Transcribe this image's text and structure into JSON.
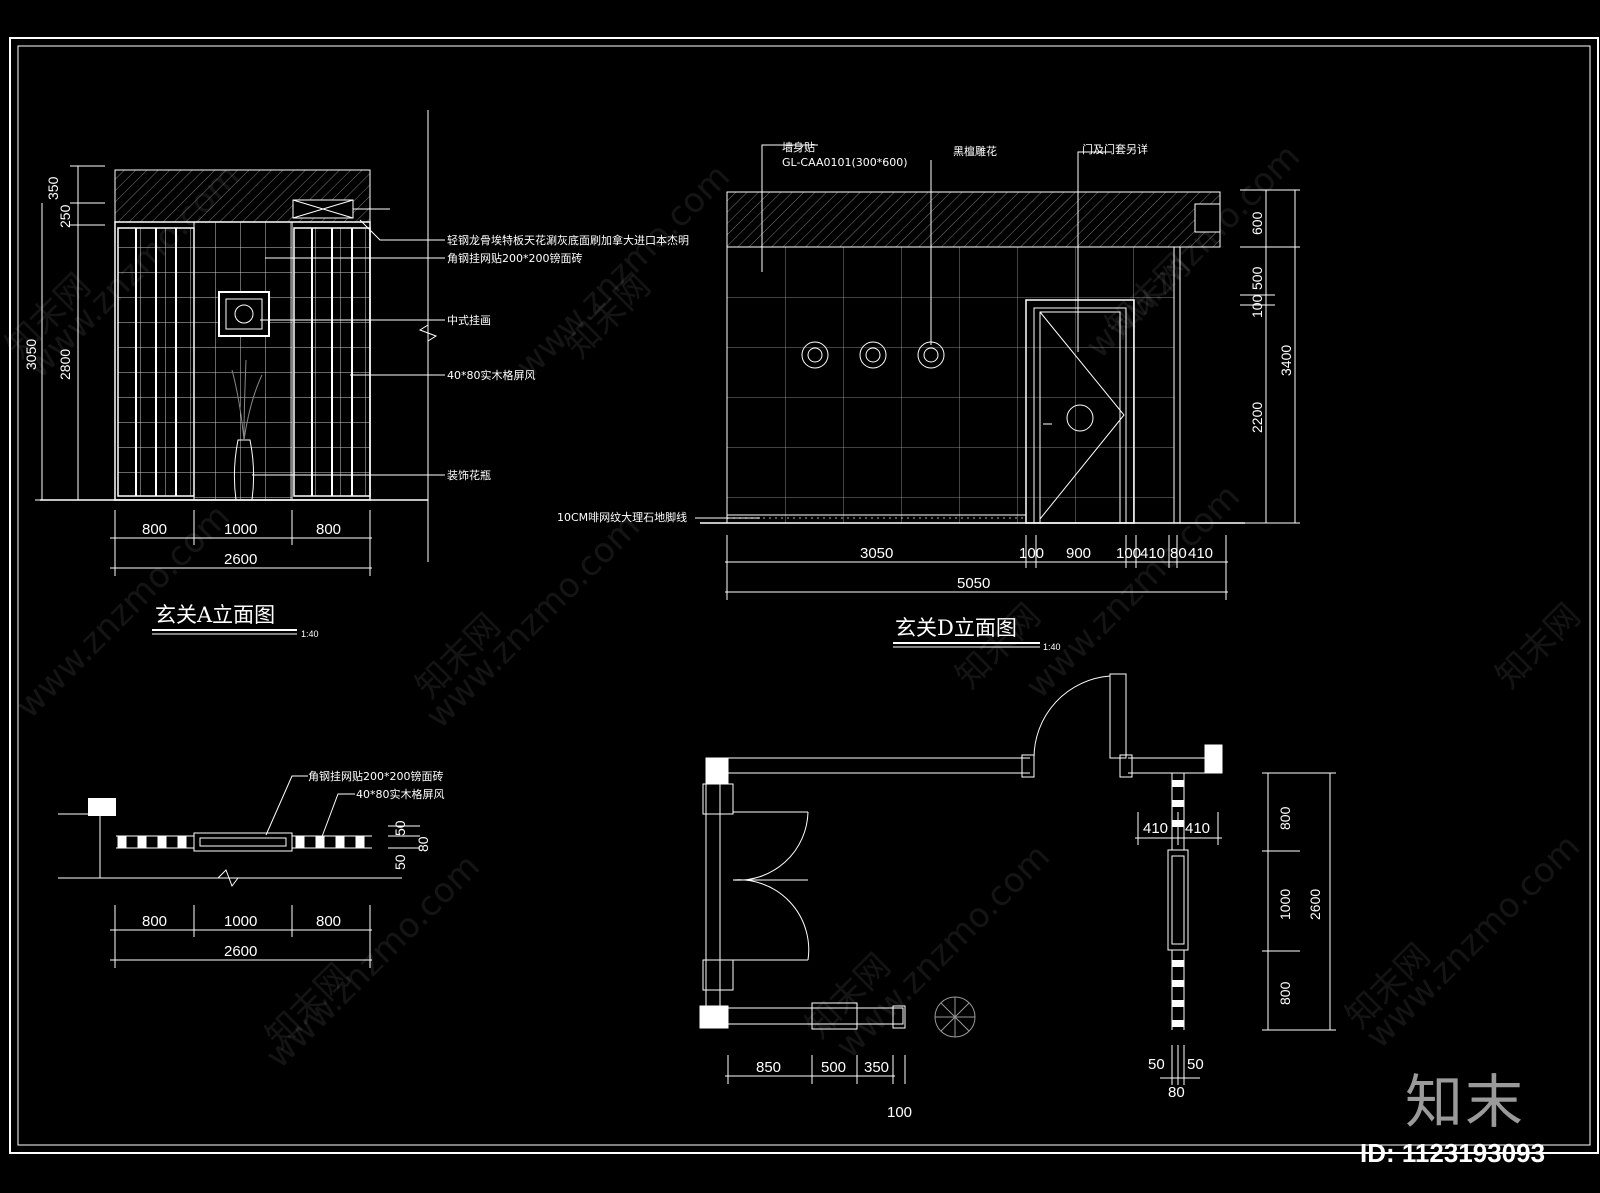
{
  "watermark": {
    "domain": "www.znzmo.com",
    "site_name": "知末网",
    "logo": "知末",
    "id_label": "ID: 1123193093"
  },
  "elevation_a": {
    "title": "玄关A立面图",
    "scale": "1:40",
    "notes": {
      "ceiling": "轻钢龙骨埃特板天花涮灰底面刷加拿大进口本杰明",
      "tile": "角钢挂网贴200*200镑面砖",
      "painting": "中式挂画",
      "screen": "40*80实木格屏风",
      "vase": "装饰花瓶"
    },
    "dims_h": [
      "800",
      "1000",
      "800"
    ],
    "dim_total": "2600",
    "dims_v": [
      "350",
      "250",
      "2800"
    ],
    "dim_v_total": "3050"
  },
  "elevation_d": {
    "title": "玄关D立面图",
    "scale": "1:40",
    "notes": {
      "wallpaper": "墙身贴",
      "wallpaper_code": "GL-CAA0101(300*600)",
      "carving": "黑檀雕花",
      "door": "门及门套另详",
      "skirting": "10CM啡网纹大理石地脚线"
    },
    "dims_h": [
      "3050",
      "100",
      "900",
      "100",
      "410",
      "80",
      "410"
    ],
    "dim_total": "5050",
    "dims_v": [
      "600",
      "500",
      "100",
      "2200"
    ],
    "dim_v_total": "3400"
  },
  "plan_a": {
    "notes": {
      "tile": "角钢挂网贴200*200镑面砖",
      "screen": "40*80实木格屏风"
    },
    "dims_h": [
      "800",
      "1000",
      "800"
    ],
    "dim_total": "2600",
    "dims_v": [
      "50",
      "80"
    ]
  },
  "plan_d": {
    "dims_h": [
      "850",
      "500",
      "350"
    ],
    "dim_bottom": "100",
    "dims_small": [
      "410",
      "410"
    ],
    "dims_v": [
      "800",
      "1000",
      "800"
    ],
    "dim_v_total": "2600",
    "dims_bottom_small": [
      "50",
      "50",
      "80"
    ]
  }
}
